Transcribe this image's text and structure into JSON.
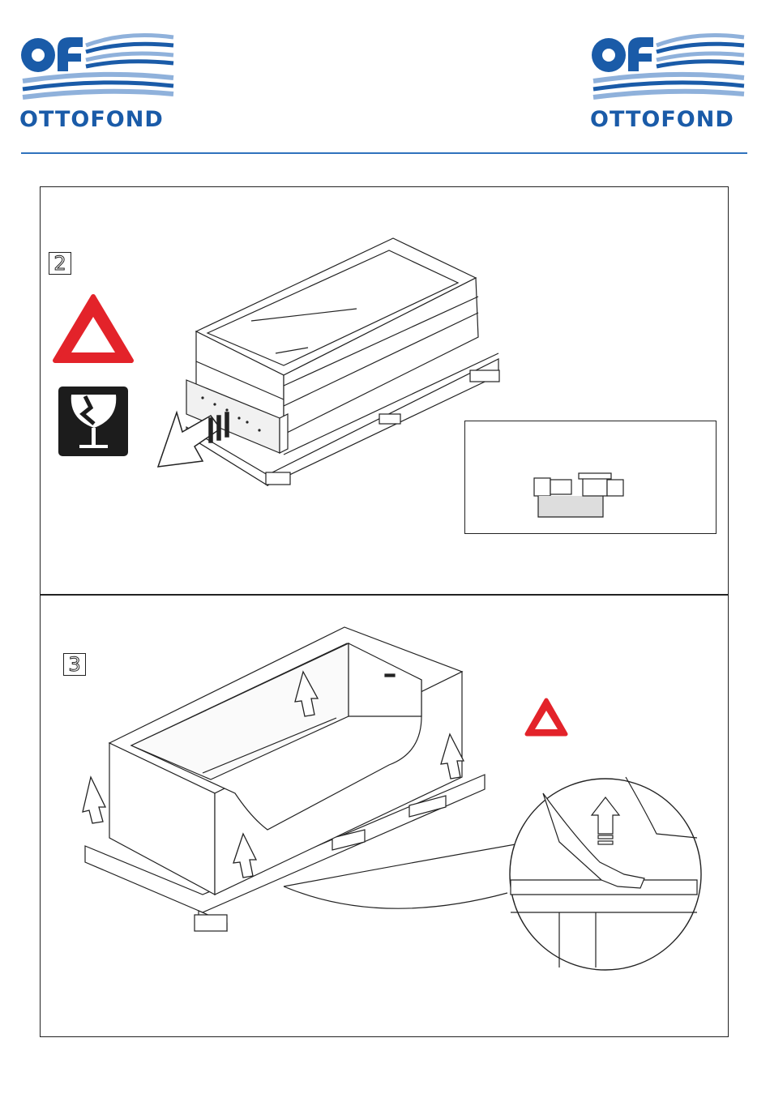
{
  "brand": {
    "name": "OTTOFOND",
    "monogram": "of",
    "colors": {
      "primary": "#1a5ba8",
      "wave_light": "#8fb1db",
      "rule": "#2f72bd",
      "warning_red": "#e3232a"
    }
  },
  "steps": [
    {
      "number": "2",
      "icons": [
        "warning-triangle-icon",
        "fragile-glass-icon",
        "remove-arrow-icon"
      ]
    },
    {
      "number": "3",
      "icons": [
        "lift-arrow-icon",
        "warning-triangle-icon"
      ]
    }
  ]
}
